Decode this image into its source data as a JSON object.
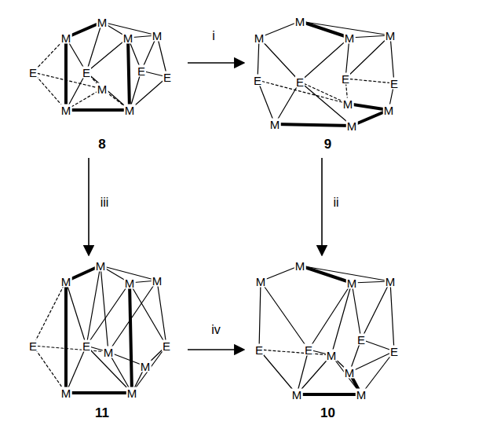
{
  "diagram": {
    "nodes": [
      {
        "text": [
          "8"
        ]
      },
      {
        "text": [
          "9"
        ]
      },
      {
        "text": [
          "11"
        ]
      },
      {
        "text": [
          "10"
        ]
      }
    ],
    "edges": [
      {
        "from": 0,
        "to": 1,
        "label": "i",
        "arrow": "to"
      },
      {
        "from": 1,
        "to": 3,
        "label": "ii",
        "arrow": "to"
      },
      {
        "from": 0,
        "to": 2,
        "label": "iii",
        "arrow": "to"
      },
      {
        "from": 2,
        "to": 3,
        "label": "iv",
        "arrow": "to"
      }
    ],
    "labels": [
      "M",
      "M",
      "M",
      "M",
      "E",
      "E",
      "E",
      "E",
      "M",
      "M",
      "M",
      "M",
      "M",
      "M",
      "M",
      "E",
      "E",
      "E",
      "E",
      "M",
      "M",
      "M",
      "M",
      "M",
      "M",
      "M",
      "M",
      "E",
      "E",
      "M",
      "E",
      "M",
      "M",
      "M",
      "M",
      "M",
      "M",
      "M",
      "E",
      "E",
      "M",
      "E",
      "E",
      "M",
      "M",
      "M"
    ]
  }
}
